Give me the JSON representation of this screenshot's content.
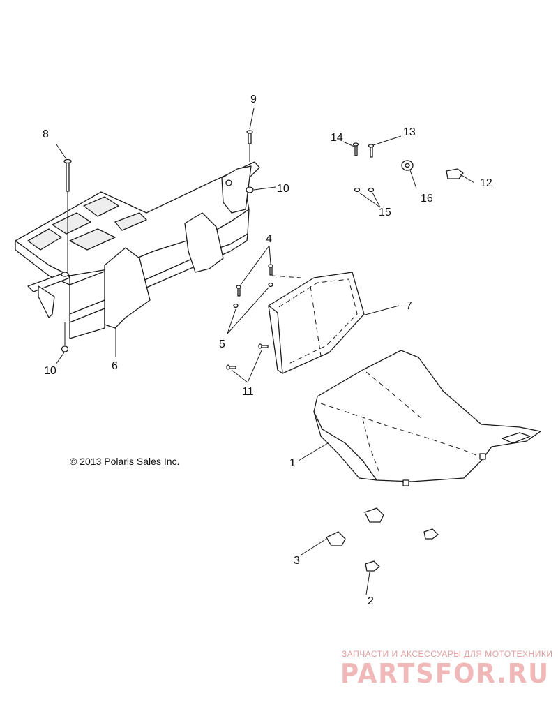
{
  "callouts": {
    "c1": "1",
    "c2": "2",
    "c3": "3",
    "c4": "4",
    "c5": "5",
    "c6": "6",
    "c7": "7",
    "c8": "8",
    "c9": "9",
    "c10a": "10",
    "c10b": "10",
    "c11": "11",
    "c12": "12",
    "c13": "13",
    "c14": "14",
    "c15": "15",
    "c16": "16"
  },
  "copyright": "© 2013 Polaris Sales Inc.",
  "watermark": {
    "tagline": "ЗАПЧАСТИ И АКСЕССУАРЫ ДЛЯ МОТОТЕХНИКИ",
    "logo": "PARTSFOR.RU"
  }
}
